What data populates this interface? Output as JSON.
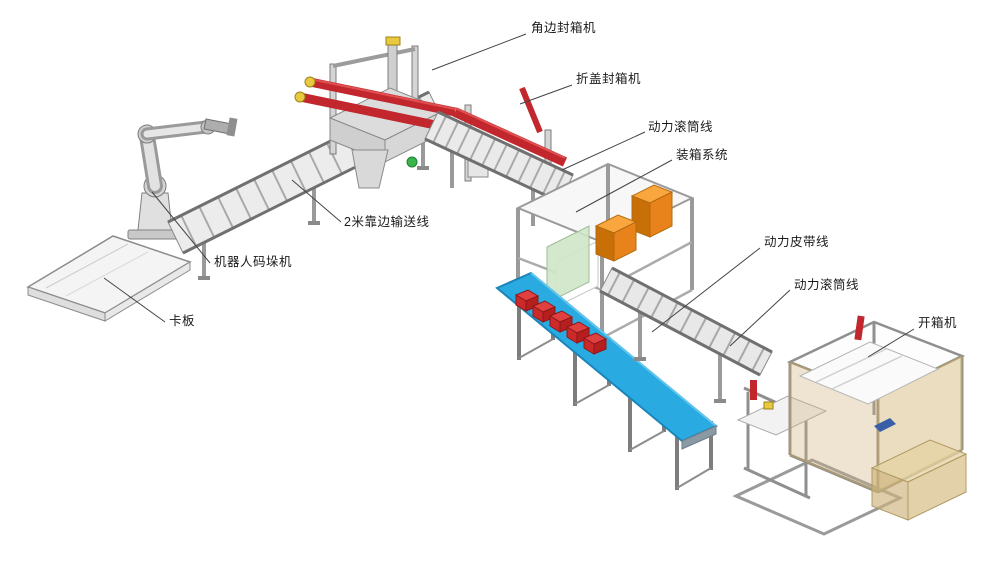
{
  "diagram": {
    "background": "#ffffff",
    "labels": [
      {
        "id": "corner-sealer",
        "text": "角边封箱机"
      },
      {
        "id": "flap-sealer",
        "text": "折盖封箱机"
      },
      {
        "id": "power-roller-line-top",
        "text": "动力滚筒线"
      },
      {
        "id": "packing-system",
        "text": "装箱系统"
      },
      {
        "id": "edge-conveyor",
        "text": "2米靠边输送线"
      },
      {
        "id": "robot-palletizer",
        "text": "机器人码垛机"
      },
      {
        "id": "pallet",
        "text": "卡板"
      },
      {
        "id": "power-belt-line",
        "text": "动力皮带线"
      },
      {
        "id": "power-roller-line-right",
        "text": "动力滚筒线"
      },
      {
        "id": "case-erector",
        "text": "开箱机"
      }
    ],
    "colors": {
      "machine_red": "#c1272d",
      "belt_blue": "#29abe2",
      "box_orange": "#f7941d",
      "panel_green": "#cfe6c8",
      "panel_tan": "#d9c18c",
      "accent_yellow": "#e8c93f",
      "frame_gray": "#9a9a9a"
    }
  }
}
